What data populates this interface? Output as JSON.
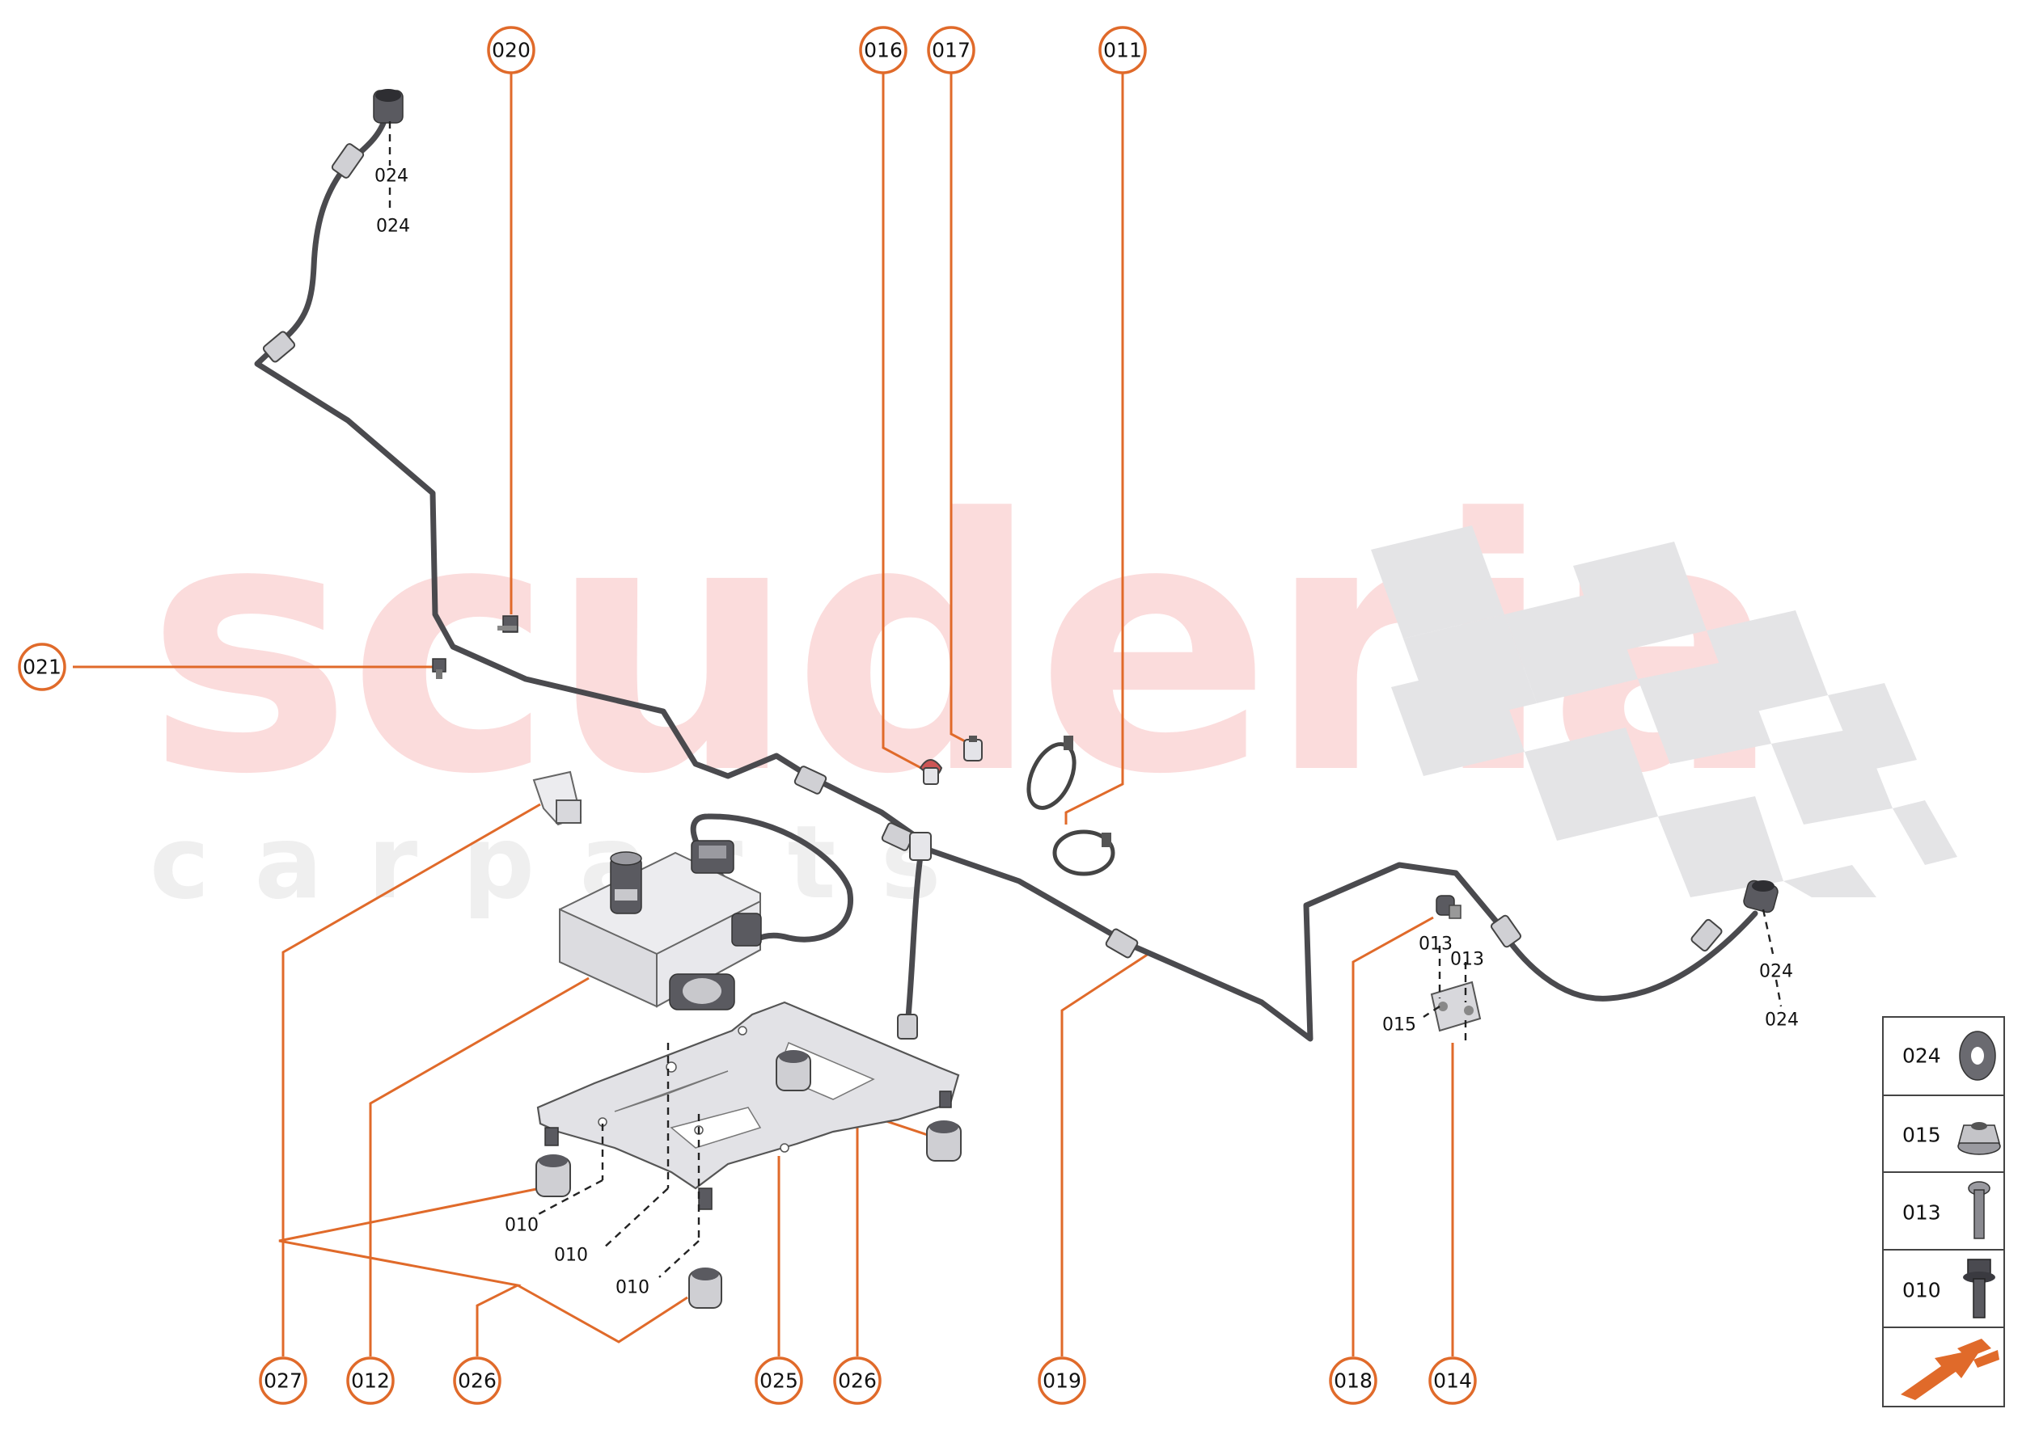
{
  "watermark": {
    "main": "scuderia",
    "sub": "c a r p a r t s"
  },
  "callouts": [
    {
      "id": "c020",
      "label": "020"
    },
    {
      "id": "c016",
      "label": "016"
    },
    {
      "id": "c017",
      "label": "017"
    },
    {
      "id": "c011",
      "label": "011"
    },
    {
      "id": "c021",
      "label": "021"
    },
    {
      "id": "c027",
      "label": "027"
    },
    {
      "id": "c012",
      "label": "012"
    },
    {
      "id": "c026a",
      "label": "026"
    },
    {
      "id": "c025",
      "label": "025"
    },
    {
      "id": "c026b",
      "label": "026"
    },
    {
      "id": "c019",
      "label": "019"
    },
    {
      "id": "c018",
      "label": "018"
    },
    {
      "id": "c014",
      "label": "014"
    }
  ],
  "inline_labels": {
    "l024_a": "024",
    "l024_b": "024",
    "l024_c": "024",
    "l024_d": "024",
    "l013_a": "013",
    "l013_b": "013",
    "l015": "015",
    "l010_a": "010",
    "l010_b": "010",
    "l010_c": "010"
  },
  "legend": [
    {
      "label": "024",
      "icon": "washer-icon"
    },
    {
      "label": "015",
      "icon": "flange-nut-icon"
    },
    {
      "label": "013",
      "icon": "bolt-icon"
    },
    {
      "label": "010",
      "icon": "flange-bolt-icon"
    }
  ],
  "colors": {
    "accent": "#e06a2a",
    "watermark": "#fbdcdc",
    "hose": "#4a4a4e"
  }
}
